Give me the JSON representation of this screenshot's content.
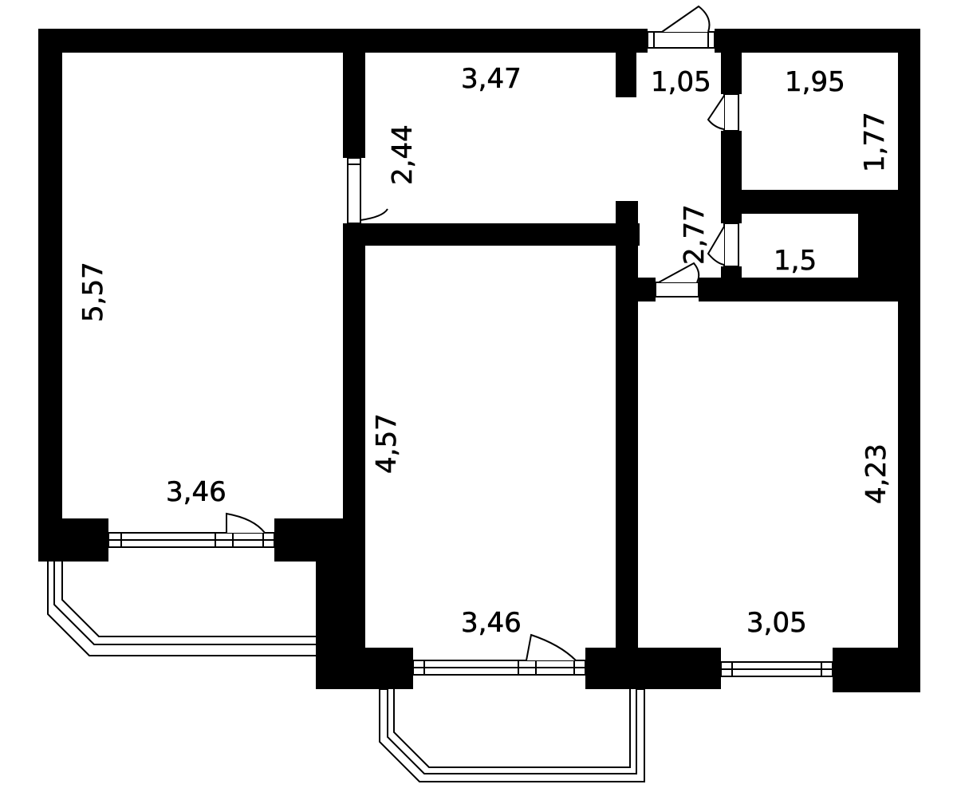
{
  "plan": {
    "colors": {
      "wall": "#000000",
      "background": "#ffffff"
    },
    "dimensions": {
      "hall_width": "3,47",
      "corridor_width": "1,05",
      "storage_width": "1,95",
      "storage_depth": "1,77",
      "hall_depth": "2,44",
      "room_left_depth": "5,57",
      "room_left_width": "3,46",
      "room_middle_depth": "4,57",
      "room_middle_width": "3,46",
      "passage_depth": "2,77",
      "bath_width": "1,5",
      "kitchen_depth": "4,23",
      "kitchen_width": "3,05"
    }
  }
}
